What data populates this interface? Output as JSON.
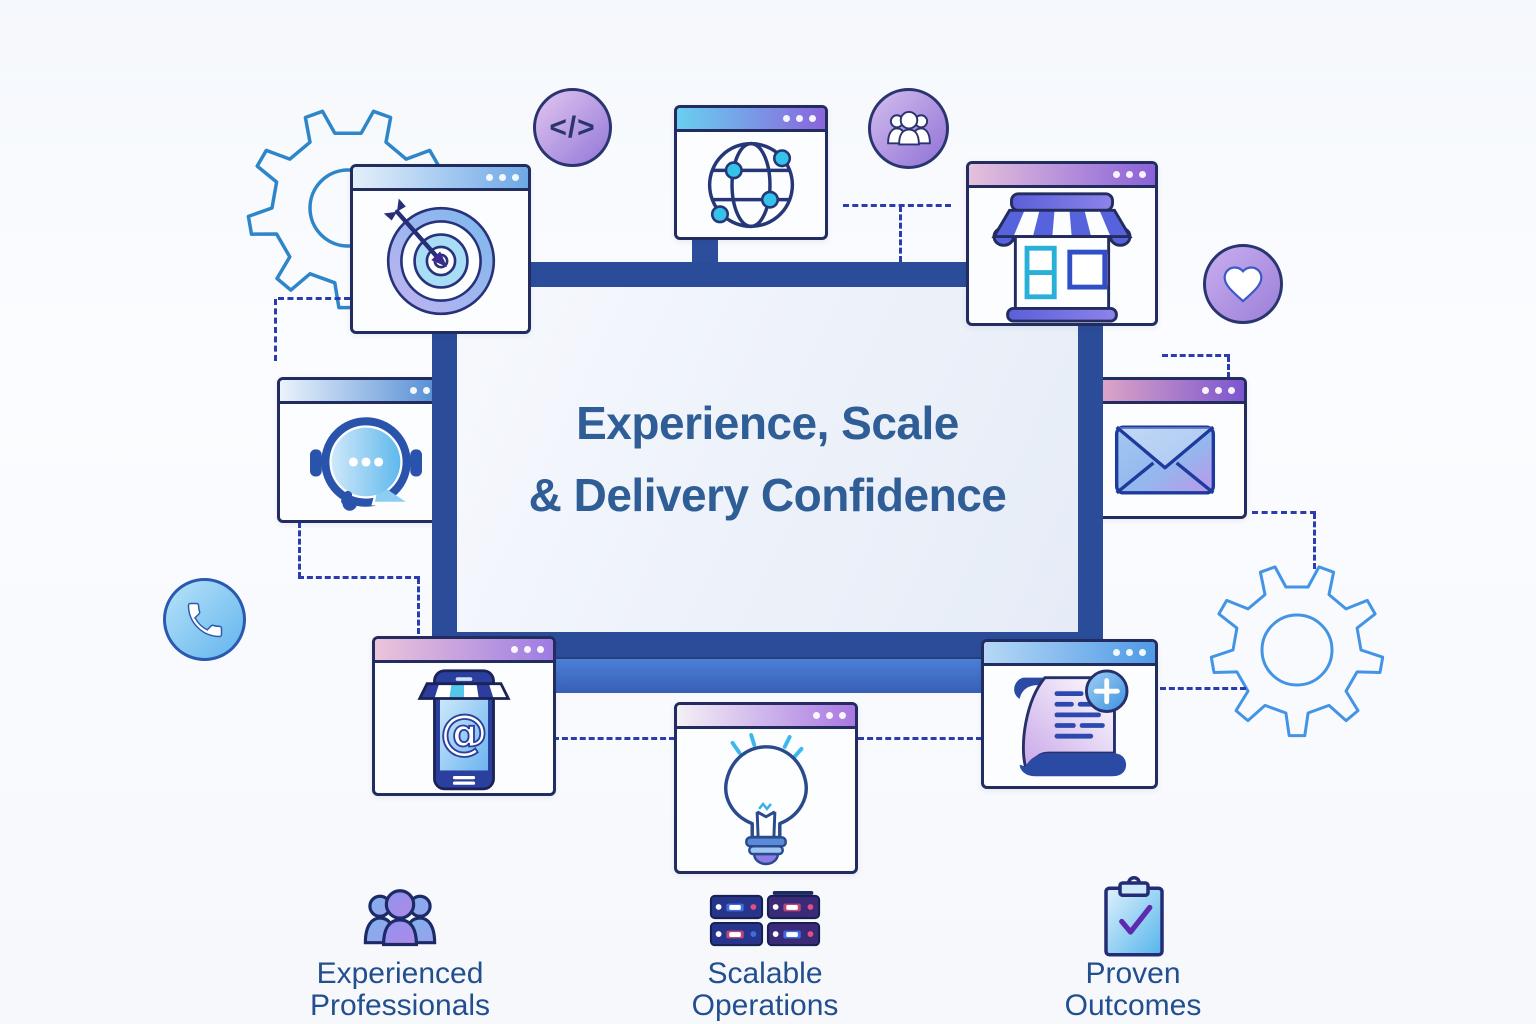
{
  "title": {
    "line1": "Experience, Scale",
    "line2": "& Delivery Confidence"
  },
  "monitor": {
    "name": "desktop-monitor"
  },
  "windows": [
    {
      "id": "target-window",
      "icon": "target-arrow-icon"
    },
    {
      "id": "globe-window",
      "icon": "globe-network-icon"
    },
    {
      "id": "storefront-window",
      "icon": "storefront-icon"
    },
    {
      "id": "chat-window",
      "icon": "chat-support-icon"
    },
    {
      "id": "email-window",
      "icon": "email-envelope-icon"
    },
    {
      "id": "mobile-window",
      "icon": "mobile-commerce-icon"
    },
    {
      "id": "idea-window",
      "icon": "lightbulb-icon"
    },
    {
      "id": "document-window",
      "icon": "document-scroll-icon"
    }
  ],
  "badges": [
    {
      "id": "code-badge",
      "icon": "code-icon",
      "glyph": "</>"
    },
    {
      "id": "people-badge",
      "icon": "people-group-icon"
    },
    {
      "id": "heart-badge",
      "icon": "heart-icon"
    },
    {
      "id": "phone-badge",
      "icon": "phone-icon"
    }
  ],
  "features": [
    {
      "icon": "people-group-icon",
      "line1": "Experienced",
      "line2": "Professionals"
    },
    {
      "icon": "server-rack-icon",
      "line1": "Scalable",
      "line2": "Operations"
    },
    {
      "icon": "clipboard-check-icon",
      "line1": "Proven",
      "line2": "Outcomes"
    }
  ],
  "colors": {
    "title_text": "#2f5e96",
    "label_text": "#234f8f",
    "monitor_frame": "#2b4c99",
    "monitor_base": "#3f6cc4",
    "connector_dash": "#2b3cae",
    "gear_outline_left": "#2e86c9",
    "gear_outline_right": "#4394e4"
  }
}
